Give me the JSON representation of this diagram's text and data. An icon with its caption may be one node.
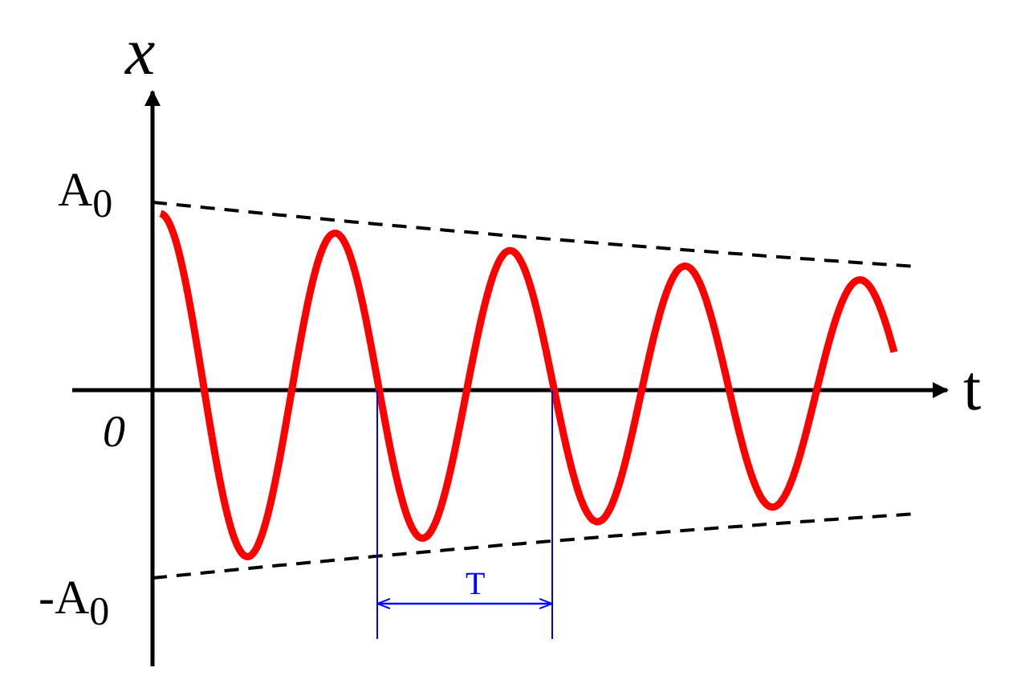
{
  "diagram": {
    "labels": [
      "x",
      "A$_{0}$",
      "t",
      "0",
      "-A$_{0}$",
      "T"
    ]
  }
}
